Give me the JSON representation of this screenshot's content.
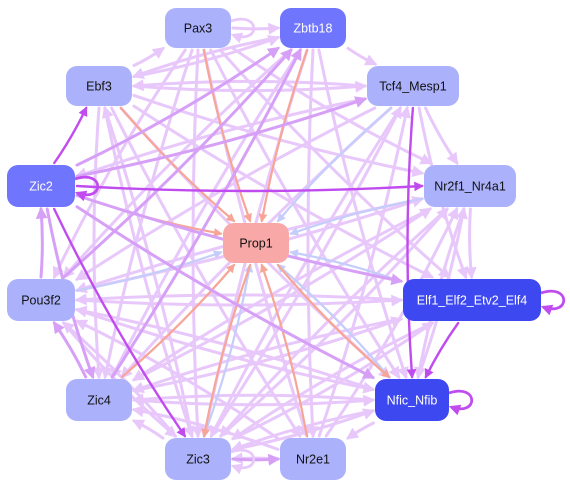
{
  "colors": {
    "edge_light": "#e8c8fb",
    "edge_mid": "#d7a0f7",
    "edge_strong": "#c04cf0",
    "edge_salmon": "#f7a596",
    "edge_blue": "#c5cdfa",
    "node_light": "#abb2fb",
    "node_medium": "#6f75fd",
    "node_dark": "#3e48f1",
    "node_center": "#f8a9a7",
    "text_dark": "#111111",
    "text_light": "#ffffff"
  },
  "nodes": [
    {
      "id": "pax3",
      "label": "Pax3",
      "fill": "node_light",
      "text": "text_dark"
    },
    {
      "id": "zbtb18",
      "label": "Zbtb18",
      "fill": "node_medium",
      "text": "text_light"
    },
    {
      "id": "tcf4",
      "label": "Tcf4_Mesp1",
      "fill": "node_light",
      "text": "text_dark"
    },
    {
      "id": "nr2f1",
      "label": "Nr2f1_Nr4a1",
      "fill": "node_light",
      "text": "text_dark"
    },
    {
      "id": "elf1",
      "label": "Elf1_Elf2_Etv2_Elf4",
      "fill": "node_dark",
      "text": "text_light"
    },
    {
      "id": "nfic",
      "label": "Nfic_Nfib",
      "fill": "node_dark",
      "text": "text_light"
    },
    {
      "id": "nr2e1",
      "label": "Nr2e1",
      "fill": "node_light",
      "text": "text_dark"
    },
    {
      "id": "zic3",
      "label": "Zic3",
      "fill": "node_light",
      "text": "text_dark"
    },
    {
      "id": "zic4",
      "label": "Zic4",
      "fill": "node_light",
      "text": "text_dark"
    },
    {
      "id": "pou3f2",
      "label": "Pou3f2",
      "fill": "node_light",
      "text": "text_dark"
    },
    {
      "id": "zic2",
      "label": "Zic2",
      "fill": "node_medium",
      "text": "text_light"
    },
    {
      "id": "ebf3",
      "label": "Ebf3",
      "fill": "node_light",
      "text": "text_dark"
    },
    {
      "id": "prop1",
      "label": "Prop1",
      "fill": "node_center",
      "text": "text_dark"
    }
  ],
  "edges": [
    {
      "from": "pax3",
      "to": "zbtb18",
      "color": "edge_light"
    },
    {
      "from": "zbtb18",
      "to": "tcf4",
      "color": "edge_light"
    },
    {
      "from": "tcf4",
      "to": "nr2f1",
      "color": "edge_light"
    },
    {
      "from": "nr2f1",
      "to": "elf1",
      "color": "edge_light"
    },
    {
      "from": "elf1",
      "to": "nfic",
      "color": "edge_strong"
    },
    {
      "from": "nfic",
      "to": "nr2e1",
      "color": "edge_light"
    },
    {
      "from": "nr2e1",
      "to": "zic3",
      "color": "edge_light"
    },
    {
      "from": "zic3",
      "to": "zic4",
      "color": "edge_light"
    },
    {
      "from": "zic4",
      "to": "pou3f2",
      "color": "edge_mid"
    },
    {
      "from": "pou3f2",
      "to": "zic2",
      "color": "edge_mid"
    },
    {
      "from": "zic2",
      "to": "ebf3",
      "color": "edge_strong"
    },
    {
      "from": "ebf3",
      "to": "pax3",
      "color": "edge_light"
    },
    {
      "from": "zic2",
      "to": "nr2f1",
      "color": "edge_strong"
    },
    {
      "from": "zic2",
      "to": "elf1",
      "color": "edge_mid"
    },
    {
      "from": "zic2",
      "to": "nfic",
      "color": "edge_mid"
    },
    {
      "from": "zic2",
      "to": "zic3",
      "color": "edge_strong"
    },
    {
      "from": "zic2",
      "to": "zic4",
      "color": "edge_mid"
    },
    {
      "from": "zic2",
      "to": "tcf4",
      "color": "edge_mid"
    },
    {
      "from": "zic2",
      "to": "zbtb18",
      "color": "edge_mid"
    },
    {
      "from": "tcf4",
      "to": "nfic",
      "color": "edge_strong"
    },
    {
      "from": "tcf4",
      "to": "zic4",
      "color": "edge_light"
    },
    {
      "from": "tcf4",
      "to": "zic3",
      "color": "edge_light"
    },
    {
      "from": "tcf4",
      "to": "pou3f2",
      "color": "edge_light"
    },
    {
      "from": "tcf4",
      "to": "zic2",
      "color": "edge_light"
    },
    {
      "from": "tcf4",
      "to": "ebf3",
      "color": "edge_light"
    },
    {
      "from": "tcf4",
      "to": "elf1",
      "color": "edge_light"
    },
    {
      "from": "ebf3",
      "to": "zic3",
      "color": "edge_light"
    },
    {
      "from": "ebf3",
      "to": "zic4",
      "color": "edge_light"
    },
    {
      "from": "ebf3",
      "to": "nr2e1",
      "color": "edge_light"
    },
    {
      "from": "ebf3",
      "to": "nfic",
      "color": "edge_light"
    },
    {
      "from": "ebf3",
      "to": "elf1",
      "color": "edge_light"
    },
    {
      "from": "ebf3",
      "to": "nr2f1",
      "color": "edge_light"
    },
    {
      "from": "ebf3",
      "to": "tcf4",
      "color": "edge_light"
    },
    {
      "from": "ebf3",
      "to": "zbtb18",
      "color": "edge_light"
    },
    {
      "from": "pax3",
      "to": "nr2e1",
      "color": "edge_light"
    },
    {
      "from": "pax3",
      "to": "nfic",
      "color": "edge_light"
    },
    {
      "from": "pax3",
      "to": "zic3",
      "color": "edge_light"
    },
    {
      "from": "pax3",
      "to": "zic4",
      "color": "edge_light"
    },
    {
      "from": "pax3",
      "to": "elf1",
      "color": "edge_light"
    },
    {
      "from": "pax3",
      "to": "nr2f1",
      "color": "edge_light"
    },
    {
      "from": "pax3",
      "to": "pou3f2",
      "color": "edge_light"
    },
    {
      "from": "zbtb18",
      "to": "zic3",
      "color": "edge_light"
    },
    {
      "from": "zbtb18",
      "to": "zic4",
      "color": "edge_light"
    },
    {
      "from": "zbtb18",
      "to": "nr2e1",
      "color": "edge_light"
    },
    {
      "from": "zbtb18",
      "to": "nfic",
      "color": "edge_light"
    },
    {
      "from": "zbtb18",
      "to": "pou3f2",
      "color": "edge_light"
    },
    {
      "from": "zbtb18",
      "to": "ebf3",
      "color": "edge_light"
    },
    {
      "from": "zic3",
      "to": "nr2f1",
      "color": "edge_light"
    },
    {
      "from": "zic3",
      "to": "elf1",
      "color": "edge_light"
    },
    {
      "from": "zic3",
      "to": "nfic",
      "color": "edge_light"
    },
    {
      "from": "zic3",
      "to": "tcf4",
      "color": "edge_light"
    },
    {
      "from": "zic3",
      "to": "pou3f2",
      "color": "edge_light"
    },
    {
      "from": "zic3",
      "to": "ebf3",
      "color": "edge_light"
    },
    {
      "from": "zic4",
      "to": "nr2f1",
      "color": "edge_light"
    },
    {
      "from": "zic4",
      "to": "elf1",
      "color": "edge_light"
    },
    {
      "from": "zic4",
      "to": "nfic",
      "color": "edge_light"
    },
    {
      "from": "zic4",
      "to": "zbtb18",
      "color": "edge_mid"
    },
    {
      "from": "pou3f2",
      "to": "nr2f1",
      "color": "edge_light"
    },
    {
      "from": "pou3f2",
      "to": "elf1",
      "color": "edge_light"
    },
    {
      "from": "pou3f2",
      "to": "nfic",
      "color": "edge_light"
    },
    {
      "from": "pou3f2",
      "to": "zbtb18",
      "color": "edge_mid"
    },
    {
      "from": "pou3f2",
      "to": "zic3",
      "color": "edge_light"
    },
    {
      "from": "nr2e1",
      "to": "nr2f1",
      "color": "edge_light"
    },
    {
      "from": "nr2e1",
      "to": "tcf4",
      "color": "edge_light"
    },
    {
      "from": "nr2e1",
      "to": "zic4",
      "color": "edge_light"
    },
    {
      "from": "nr2e1",
      "to": "pou3f2",
      "color": "edge_light"
    },
    {
      "from": "nfic",
      "to": "zic4",
      "color": "edge_light"
    },
    {
      "from": "nfic",
      "to": "pou3f2",
      "color": "edge_light"
    },
    {
      "from": "nfic",
      "to": "zic3",
      "color": "edge_light"
    },
    {
      "from": "nfic",
      "to": "nr2f1",
      "color": "edge_light"
    },
    {
      "from": "elf1",
      "to": "zic3",
      "color": "edge_light"
    },
    {
      "from": "elf1",
      "to": "pou3f2",
      "color": "edge_light"
    },
    {
      "from": "elf1",
      "to": "zic4",
      "color": "edge_light"
    },
    {
      "from": "nr2f1",
      "to": "zic3",
      "color": "edge_light"
    },
    {
      "from": "nr2f1",
      "to": "zic4",
      "color": "edge_light"
    },
    {
      "from": "nr2f1",
      "to": "pou3f2",
      "color": "edge_light"
    },
    {
      "from": "nr2f1",
      "to": "nfic",
      "color": "edge_light"
    },
    {
      "from": "zic3",
      "to": "nr2e1",
      "color": "edge_mid"
    },
    {
      "from": "pax3",
      "to": "prop1",
      "color": "edge_salmon"
    },
    {
      "from": "ebf3",
      "to": "prop1",
      "color": "edge_salmon"
    },
    {
      "from": "zic2",
      "to": "prop1",
      "color": "edge_salmon"
    },
    {
      "from": "pou3f2",
      "to": "prop1",
      "color": "edge_blue"
    },
    {
      "from": "zic4",
      "to": "prop1",
      "color": "edge_salmon"
    },
    {
      "from": "zic3",
      "to": "prop1",
      "color": "edge_blue"
    },
    {
      "from": "nr2e1",
      "to": "prop1",
      "color": "edge_salmon"
    },
    {
      "from": "nfic",
      "to": "prop1",
      "color": "edge_blue"
    },
    {
      "from": "elf1",
      "to": "prop1",
      "color": "edge_blue"
    },
    {
      "from": "nr2f1",
      "to": "prop1",
      "color": "edge_blue"
    },
    {
      "from": "tcf4",
      "to": "prop1",
      "color": "edge_blue"
    },
    {
      "from": "zbtb18",
      "to": "prop1",
      "color": "edge_salmon"
    },
    {
      "from": "prop1",
      "to": "zic3",
      "color": "edge_salmon"
    },
    {
      "from": "prop1",
      "to": "nfic",
      "color": "edge_salmon"
    }
  ],
  "self_loops": [
    {
      "node": "zic2",
      "color": "edge_strong"
    },
    {
      "node": "elf1",
      "color": "edge_strong"
    },
    {
      "node": "nfic",
      "color": "edge_strong"
    },
    {
      "node": "zic3",
      "color": "edge_light"
    },
    {
      "node": "pax3",
      "color": "edge_light"
    }
  ]
}
